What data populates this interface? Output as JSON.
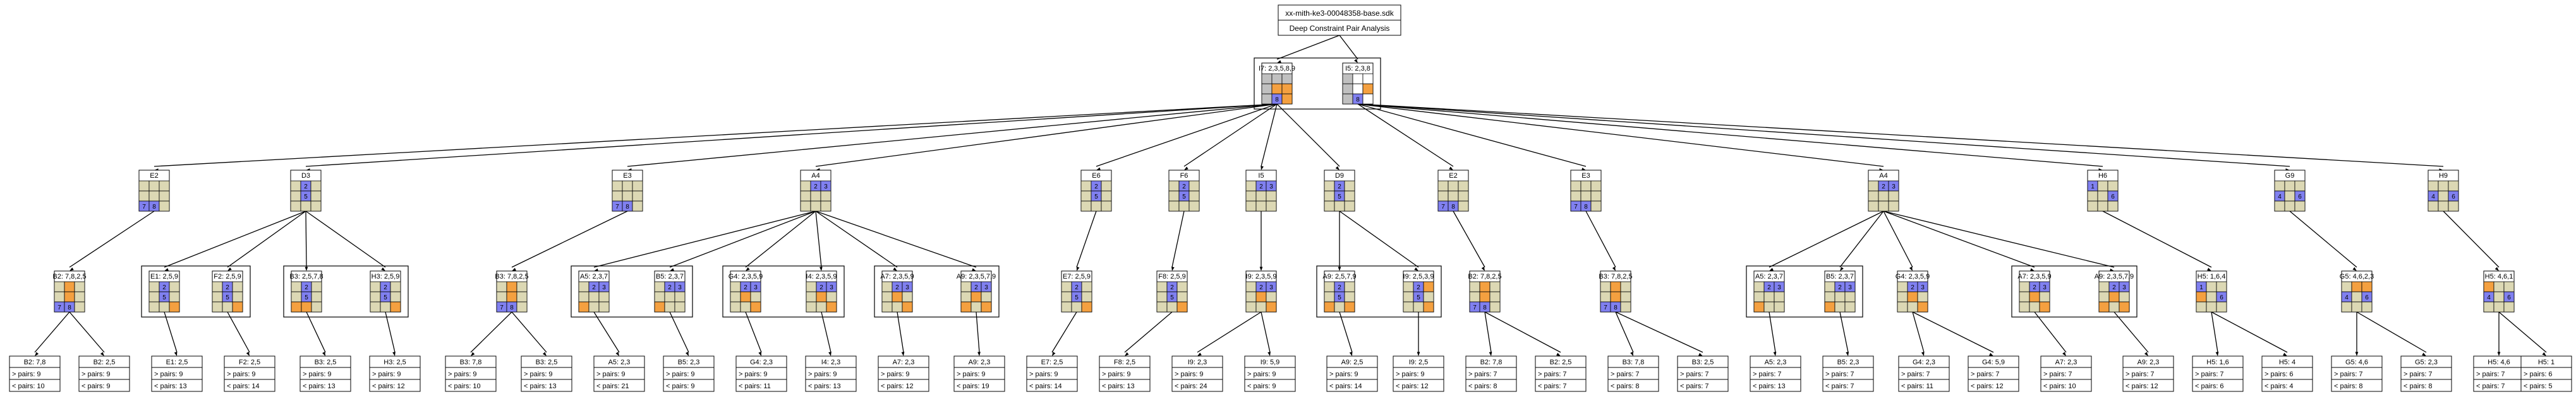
{
  "title": {
    "line1": "xx-mith-ke3-00048358-base.sdk",
    "line2": "Deep Constraint Pair Analysis"
  },
  "palette": {
    "tan": "#dcd8b4",
    "orange": "#f4a040",
    "blue": "#8080f0",
    "gray": "#c0c0c0",
    "white": "#ffffff"
  },
  "nodes": {
    "root1": {
      "label": "I7: 2,3,5,8,9",
      "cells": [
        "g",
        "g",
        "g",
        "g",
        "o",
        "o",
        "g",
        "b",
        "o"
      ],
      "nums": [
        "",
        "",
        "",
        "",
        "",
        "",
        "",
        "8",
        ""
      ]
    },
    "root2": {
      "label": "I5: 2,3,8",
      "cells": [
        "g",
        "w",
        "w",
        "g",
        "w",
        "o",
        "g",
        "b",
        "w"
      ],
      "nums": [
        "",
        "",
        "",
        "",
        "",
        "",
        "",
        "8",
        ""
      ]
    },
    "L2_1": {
      "label": "E2",
      "cells": [
        "t",
        "t",
        "t",
        "t",
        "t",
        "t",
        "b",
        "b",
        "t"
      ],
      "nums": [
        "",
        "",
        "",
        "",
        "",
        "",
        "7",
        "8",
        ""
      ]
    },
    "L2_2": {
      "label": "D3",
      "cells": [
        "t",
        "b",
        "t",
        "t",
        "b",
        "t",
        "t",
        "t",
        "t"
      ],
      "nums": [
        "",
        "2",
        "",
        "",
        "5",
        "",
        "",
        "",
        ""
      ]
    },
    "L2_3": {
      "label": "E3",
      "cells": [
        "t",
        "t",
        "t",
        "t",
        "t",
        "t",
        "b",
        "b",
        "t"
      ],
      "nums": [
        "",
        "",
        "",
        "",
        "",
        "",
        "7",
        "8",
        ""
      ]
    },
    "L2_4": {
      "label": "A4",
      "cells": [
        "t",
        "b",
        "b",
        "t",
        "t",
        "t",
        "t",
        "t",
        "t"
      ],
      "nums": [
        "",
        "2",
        "3",
        "",
        "",
        "",
        "",
        "",
        ""
      ]
    },
    "L2_5": {
      "label": "E6",
      "cells": [
        "t",
        "b",
        "t",
        "t",
        "b",
        "t",
        "t",
        "t",
        "t"
      ],
      "nums": [
        "",
        "2",
        "",
        "",
        "5",
        "",
        "",
        "",
        ""
      ]
    },
    "L2_6": {
      "label": "F6",
      "cells": [
        "t",
        "b",
        "t",
        "t",
        "b",
        "t",
        "t",
        "t",
        "t"
      ],
      "nums": [
        "",
        "2",
        "",
        "",
        "5",
        "",
        "",
        "",
        ""
      ]
    },
    "L2_7": {
      "label": "I5",
      "cells": [
        "t",
        "b",
        "b",
        "t",
        "t",
        "t",
        "t",
        "t",
        "t"
      ],
      "nums": [
        "",
        "2",
        "3",
        "",
        "",
        "",
        "",
        "",
        ""
      ]
    },
    "L2_8": {
      "label": "D9",
      "cells": [
        "t",
        "b",
        "t",
        "t",
        "b",
        "t",
        "t",
        "t",
        "t"
      ],
      "nums": [
        "",
        "2",
        "",
        "",
        "5",
        "",
        "",
        "",
        ""
      ]
    },
    "L2_9": {
      "label": "E2",
      "cells": [
        "t",
        "t",
        "t",
        "t",
        "t",
        "t",
        "b",
        "b",
        "t"
      ],
      "nums": [
        "",
        "",
        "",
        "",
        "",
        "",
        "7",
        "8",
        ""
      ]
    },
    "L2_10": {
      "label": "E3",
      "cells": [
        "t",
        "t",
        "t",
        "t",
        "t",
        "t",
        "b",
        "b",
        "t"
      ],
      "nums": [
        "",
        "",
        "",
        "",
        "",
        "",
        "7",
        "8",
        ""
      ]
    },
    "L2_11": {
      "label": "A4",
      "cells": [
        "t",
        "b",
        "b",
        "t",
        "t",
        "t",
        "t",
        "t",
        "t"
      ],
      "nums": [
        "",
        "2",
        "3",
        "",
        "",
        "",
        "",
        "",
        ""
      ]
    },
    "L2_12": {
      "label": "H6",
      "cells": [
        "b",
        "t",
        "t",
        "t",
        "t",
        "b",
        "t",
        "t",
        "t"
      ],
      "nums": [
        "1",
        "",
        "",
        "",
        "",
        "6",
        "",
        "",
        ""
      ]
    },
    "L2_13": {
      "label": "G9",
      "cells": [
        "t",
        "t",
        "t",
        "b",
        "t",
        "b",
        "t",
        "t",
        "t"
      ],
      "nums": [
        "",
        "",
        "",
        "4",
        "",
        "6",
        "",
        "",
        ""
      ]
    },
    "L2_14": {
      "label": "H9",
      "cells": [
        "t",
        "t",
        "t",
        "b",
        "t",
        "b",
        "t",
        "t",
        "t"
      ],
      "nums": [
        "",
        "",
        "",
        "4",
        "",
        "6",
        "",
        "",
        ""
      ]
    },
    "L3_1": {
      "label": "B2: 7,8,2,5",
      "cells": [
        "t",
        "o",
        "t",
        "t",
        "o",
        "t",
        "b",
        "b",
        "t"
      ],
      "nums": [
        "",
        "",
        "",
        "",
        "",
        "",
        "7",
        "8",
        ""
      ]
    },
    "L3_2": {
      "label": "E1: 2,5,9",
      "cells": [
        "t",
        "b",
        "t",
        "t",
        "b",
        "t",
        "t",
        "t",
        "o"
      ],
      "nums": [
        "",
        "2",
        "",
        "",
        "5",
        "",
        "",
        "",
        ""
      ]
    },
    "L3_3": {
      "label": "F2: 2,5,9",
      "cells": [
        "t",
        "b",
        "t",
        "t",
        "b",
        "t",
        "t",
        "t",
        "o"
      ],
      "nums": [
        "",
        "2",
        "",
        "",
        "5",
        "",
        "",
        "",
        ""
      ]
    },
    "L3_4": {
      "label": "B3: 2,5,7,8",
      "cells": [
        "t",
        "b",
        "t",
        "t",
        "b",
        "t",
        "o",
        "o",
        "t"
      ],
      "nums": [
        "",
        "2",
        "",
        "",
        "5",
        "",
        "",
        "",
        ""
      ]
    },
    "L3_5": {
      "label": "H3: 2,5,9",
      "cells": [
        "t",
        "b",
        "t",
        "t",
        "b",
        "t",
        "t",
        "t",
        "o"
      ],
      "nums": [
        "",
        "2",
        "",
        "",
        "5",
        "",
        "",
        "",
        ""
      ]
    },
    "L3_6": {
      "label": "B3: 7,8,2,5",
      "cells": [
        "t",
        "o",
        "t",
        "t",
        "o",
        "t",
        "b",
        "b",
        "t"
      ],
      "nums": [
        "",
        "",
        "",
        "",
        "",
        "",
        "7",
        "8",
        ""
      ]
    },
    "L3_7": {
      "label": "A5: 2,3,7",
      "cells": [
        "t",
        "b",
        "b",
        "t",
        "t",
        "t",
        "o",
        "t",
        "t"
      ],
      "nums": [
        "",
        "2",
        "3",
        "",
        "",
        "",
        "",
        "",
        ""
      ]
    },
    "L3_8": {
      "label": "B5: 2,3,7",
      "cells": [
        "t",
        "b",
        "b",
        "t",
        "t",
        "t",
        "o",
        "t",
        "t"
      ],
      "nums": [
        "",
        "2",
        "3",
        "",
        "",
        "",
        "",
        "",
        ""
      ]
    },
    "L3_9": {
      "label": "G4: 2,3,5,9",
      "cells": [
        "t",
        "b",
        "b",
        "t",
        "o",
        "t",
        "t",
        "t",
        "o"
      ],
      "nums": [
        "",
        "2",
        "3",
        "",
        "",
        "",
        "",
        "",
        ""
      ]
    },
    "L3_10": {
      "label": "I4: 2,3,5,9",
      "cells": [
        "t",
        "b",
        "b",
        "t",
        "o",
        "t",
        "t",
        "t",
        "o"
      ],
      "nums": [
        "",
        "2",
        "3",
        "",
        "",
        "",
        "",
        "",
        ""
      ]
    },
    "L3_11": {
      "label": "A7: 2,3,5,9",
      "cells": [
        "t",
        "b",
        "b",
        "t",
        "o",
        "t",
        "t",
        "t",
        "o"
      ],
      "nums": [
        "",
        "2",
        "3",
        "",
        "",
        "",
        "",
        "",
        ""
      ]
    },
    "L3_12": {
      "label": "A9: 2,3,5,7,9",
      "cells": [
        "t",
        "b",
        "b",
        "t",
        "o",
        "t",
        "o",
        "t",
        "o"
      ],
      "nums": [
        "",
        "2",
        "3",
        "",
        "",
        "",
        "",
        "",
        ""
      ]
    },
    "L3_13": {
      "label": "E7: 2,5,9",
      "cells": [
        "t",
        "b",
        "t",
        "t",
        "b",
        "t",
        "t",
        "t",
        "o"
      ],
      "nums": [
        "",
        "2",
        "",
        "",
        "5",
        "",
        "",
        "",
        ""
      ]
    },
    "L3_14": {
      "label": "F8: 2,5,9",
      "cells": [
        "t",
        "b",
        "t",
        "t",
        "b",
        "t",
        "t",
        "t",
        "o"
      ],
      "nums": [
        "",
        "2",
        "",
        "",
        "5",
        "",
        "",
        "",
        ""
      ]
    },
    "L3_15": {
      "label": "I9: 2,3,5,9",
      "cells": [
        "t",
        "b",
        "b",
        "t",
        "o",
        "t",
        "t",
        "t",
        "o"
      ],
      "nums": [
        "",
        "2",
        "3",
        "",
        "",
        "",
        "",
        "",
        ""
      ]
    },
    "L3_16": {
      "label": "A9: 2,5,7,9",
      "cells": [
        "t",
        "b",
        "t",
        "t",
        "b",
        "t",
        "o",
        "t",
        "o"
      ],
      "nums": [
        "",
        "2",
        "",
        "",
        "5",
        "",
        "",
        "",
        ""
      ]
    },
    "L3_17": {
      "label": "I9: 2,5,3,9",
      "cells": [
        "t",
        "b",
        "o",
        "t",
        "b",
        "t",
        "t",
        "t",
        "o"
      ],
      "nums": [
        "",
        "2",
        "",
        "",
        "5",
        "",
        "",
        "",
        ""
      ]
    },
    "L3_18": {
      "label": "B2: 7,8,2,5",
      "cells": [
        "t",
        "o",
        "t",
        "t",
        "o",
        "t",
        "b",
        "b",
        "t"
      ],
      "nums": [
        "",
        "",
        "",
        "",
        "",
        "",
        "7",
        "8",
        ""
      ]
    },
    "L3_19": {
      "label": "B3: 7,8,2,5",
      "cells": [
        "t",
        "o",
        "t",
        "t",
        "o",
        "t",
        "b",
        "b",
        "t"
      ],
      "nums": [
        "",
        "",
        "",
        "",
        "",
        "",
        "7",
        "8",
        ""
      ]
    },
    "L3_20": {
      "label": "A5: 2,3,7",
      "cells": [
        "t",
        "b",
        "b",
        "t",
        "t",
        "t",
        "o",
        "t",
        "t"
      ],
      "nums": [
        "",
        "2",
        "3",
        "",
        "",
        "",
        "",
        "",
        ""
      ]
    },
    "L3_21": {
      "label": "B5: 2,3,7",
      "cells": [
        "t",
        "b",
        "b",
        "t",
        "t",
        "t",
        "o",
        "t",
        "t"
      ],
      "nums": [
        "",
        "2",
        "3",
        "",
        "",
        "",
        "",
        "",
        ""
      ]
    },
    "L3_22": {
      "label": "G4: 2,3,5,9",
      "cells": [
        "t",
        "b",
        "b",
        "t",
        "o",
        "t",
        "t",
        "t",
        "o"
      ],
      "nums": [
        "",
        "2",
        "3",
        "",
        "",
        "",
        "",
        "",
        ""
      ]
    },
    "L3_23": {
      "label": "A7: 2,3,5,9",
      "cells": [
        "t",
        "b",
        "b",
        "t",
        "o",
        "t",
        "t",
        "t",
        "o"
      ],
      "nums": [
        "",
        "2",
        "3",
        "",
        "",
        "",
        "",
        "",
        ""
      ]
    },
    "L3_24": {
      "label": "A9: 2,3,5,7,9",
      "cells": [
        "t",
        "b",
        "b",
        "t",
        "o",
        "t",
        "o",
        "t",
        "o"
      ],
      "nums": [
        "",
        "2",
        "3",
        "",
        "",
        "",
        "",
        "",
        ""
      ]
    },
    "L3_25": {
      "label": "H5: 1,6,4",
      "cells": [
        "b",
        "t",
        "t",
        "o",
        "t",
        "b",
        "t",
        "t",
        "t"
      ],
      "nums": [
        "1",
        "",
        "",
        "",
        "",
        "6",
        "",
        "",
        ""
      ]
    },
    "L3_26": {
      "label": "G5: 4,6,2,3",
      "cells": [
        "t",
        "o",
        "o",
        "b",
        "t",
        "b",
        "t",
        "t",
        "t"
      ],
      "nums": [
        "",
        "",
        "",
        "4",
        "",
        "6",
        "",
        "",
        ""
      ]
    },
    "L3_27": {
      "label": "H5: 4,6,1",
      "cells": [
        "o",
        "t",
        "t",
        "b",
        "t",
        "b",
        "t",
        "t",
        "t"
      ],
      "nums": [
        "",
        "",
        "",
        "4",
        "",
        "6",
        "",
        "",
        ""
      ]
    },
    "L4_1": {
      "label": "B2: 7,8",
      "lines": [
        "> pairs: 9",
        "< pairs: 10"
      ]
    },
    "L4_2": {
      "label": "B2: 2,5",
      "lines": [
        "> pairs: 9",
        "< pairs: 9"
      ]
    },
    "L4_3": {
      "label": "E1: 2,5",
      "lines": [
        "> pairs: 9",
        "< pairs: 13"
      ]
    },
    "L4_4": {
      "label": "F2: 2,5",
      "lines": [
        "> pairs: 9",
        "< pairs: 14"
      ]
    },
    "L4_5": {
      "label": "B3: 2,5",
      "lines": [
        "> pairs: 9",
        "< pairs: 13"
      ]
    },
    "L4_6": {
      "label": "H3: 2,5",
      "lines": [
        "> pairs: 9",
        "< pairs: 12"
      ]
    },
    "L4_7": {
      "label": "B3: 7,8",
      "lines": [
        "> pairs: 9",
        "< pairs: 10"
      ]
    },
    "L4_8": {
      "label": "B3: 2,5",
      "lines": [
        "> pairs: 9",
        "< pairs: 13"
      ]
    },
    "L4_9": {
      "label": "A5: 2,3",
      "lines": [
        "> pairs: 9",
        "< pairs: 21"
      ]
    },
    "L4_10": {
      "label": "B5: 2,3",
      "lines": [
        "> pairs: 9",
        "< pairs: 9"
      ]
    },
    "L4_11": {
      "label": "G4: 2,3",
      "lines": [
        "> pairs: 9",
        "< pairs: 11"
      ]
    },
    "L4_12": {
      "label": "I4: 2,3",
      "lines": [
        "> pairs: 9",
        "< pairs: 13"
      ]
    },
    "L4_13": {
      "label": "A7: 2,3",
      "lines": [
        "> pairs: 9",
        "< pairs: 12"
      ]
    },
    "L4_14": {
      "label": "A9: 2,3",
      "lines": [
        "> pairs: 9",
        "< pairs: 19"
      ]
    },
    "L4_15": {
      "label": "E7: 2,5",
      "lines": [
        "> pairs: 9",
        "< pairs: 14"
      ]
    },
    "L4_16": {
      "label": "F8: 2,5",
      "lines": [
        "> pairs: 9",
        "< pairs: 13"
      ]
    },
    "L4_17": {
      "label": "I9: 2,3",
      "lines": [
        "> pairs: 9",
        "< pairs: 24"
      ]
    },
    "L4_18": {
      "label": "I9: 5,9",
      "lines": [
        "> pairs: 9",
        "< pairs: 9"
      ]
    },
    "L4_19": {
      "label": "A9: 2,5",
      "lines": [
        "> pairs: 9",
        "< pairs: 14"
      ]
    },
    "L4_20": {
      "label": "I9: 2,5",
      "lines": [
        "> pairs: 9",
        "< pairs: 12"
      ]
    },
    "L4_21": {
      "label": "B2: 7,8",
      "lines": [
        "> pairs: 7",
        "< pairs: 8"
      ]
    },
    "L4_22": {
      "label": "B2: 2,5",
      "lines": [
        "> pairs: 7",
        "< pairs: 7"
      ]
    },
    "L4_23": {
      "label": "B3: 7,8",
      "lines": [
        "> pairs: 7",
        "< pairs: 8"
      ]
    },
    "L4_24": {
      "label": "B3: 2,5",
      "lines": [
        "> pairs: 7",
        "< pairs: 7"
      ]
    },
    "L4_25": {
      "label": "A5: 2,3",
      "lines": [
        "> pairs: 7",
        "< pairs: 13"
      ]
    },
    "L4_26": {
      "label": "B5: 2,3",
      "lines": [
        "> pairs: 7",
        "< pairs: 7"
      ]
    },
    "L4_27": {
      "label": "G4: 2,3",
      "lines": [
        "> pairs: 7",
        "< pairs: 11"
      ]
    },
    "L4_28": {
      "label": "G4: 5,9",
      "lines": [
        "> pairs: 7",
        "< pairs: 12"
      ]
    },
    "L4_29": {
      "label": "A7: 2,3",
      "lines": [
        "> pairs: 7",
        "< pairs: 10"
      ]
    },
    "L4_30": {
      "label": "A9: 2,3",
      "lines": [
        "> pairs: 7",
        "< pairs: 12"
      ]
    },
    "L4_31": {
      "label": "H5: 1,6",
      "lines": [
        "> pairs: 7",
        "< pairs: 6"
      ]
    },
    "L4_32": {
      "label": "H5: 4",
      "lines": [
        "> pairs: 6",
        "< pairs: 4"
      ]
    },
    "L4_33": {
      "label": "G5: 4,6",
      "lines": [
        "> pairs: 7",
        "< pairs: 8"
      ]
    },
    "L4_34": {
      "label": "G5: 2,3",
      "lines": [
        "> pairs: 7",
        "< pairs: 8"
      ]
    },
    "L4_35": {
      "label": "H5: 4,6",
      "lines": [
        "> pairs: 7",
        "< pairs: 7"
      ]
    },
    "L4_36": {
      "label": "H5: 1",
      "lines": [
        "> pairs: 6",
        "< pairs: 5"
      ]
    }
  }
}
